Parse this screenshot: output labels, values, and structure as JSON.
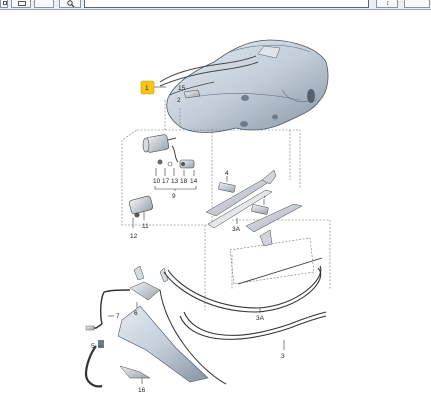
{
  "toolbar": {
    "buttons": [
      "grid-icon",
      "image-icon",
      "search-icon",
      "nav-icon"
    ],
    "search_value": ""
  },
  "diagram": {
    "callouts": {
      "c1": "1",
      "c15": "15",
      "c2": "2",
      "c10": "10",
      "c17": "17",
      "c13": "13",
      "c18": "18",
      "c14": "14",
      "c9": "9",
      "c4a": "4",
      "c4b": "4",
      "c3a_top": "3A",
      "c12": "12",
      "c11": "11",
      "c7": "7",
      "c6": "6",
      "c5": "5",
      "c3a_bottom": "3A",
      "c3": "3",
      "c16": "16"
    },
    "colors": {
      "highlight": "#f5c518",
      "tank": "#c9d3de",
      "tank_shadow": "#7d8a99",
      "lines": "#333333"
    }
  }
}
